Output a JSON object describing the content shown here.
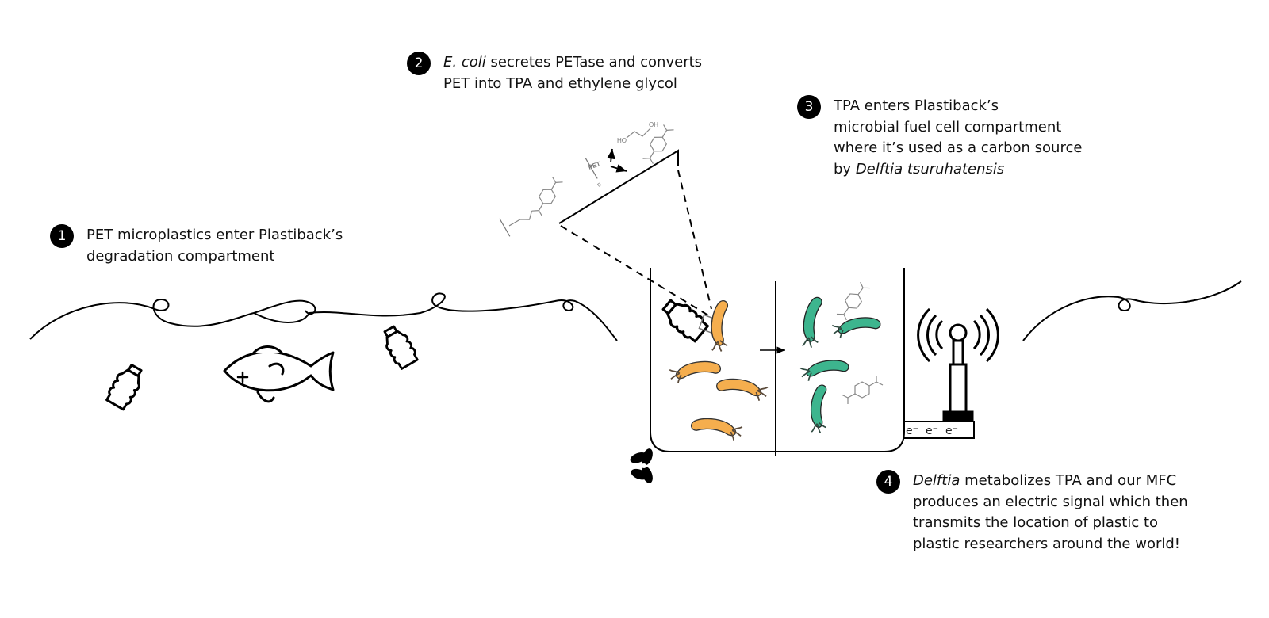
{
  "steps": [
    {
      "number": "1",
      "lines": [
        "PET microplastics enter Plastiback’s",
        "degradation compartment"
      ]
    },
    {
      "number": "2",
      "italic": "E. coli",
      "lines": [
        " secretes PETase and converts",
        "PET into TPA and ethylene glycol"
      ]
    },
    {
      "number": "3",
      "lines": [
        "TPA enters Plastiback’s",
        "microbial fuel cell compartment",
        "where it’s used as a carbon source",
        "by "
      ],
      "italic": "Delftia tsuruhatensis"
    },
    {
      "number": "4",
      "italic": "Delftia",
      "lines": [
        " metabolizes TPA and our MFC",
        "produces an electric signal which then",
        "transmits the location of plastic to",
        "plastic researchers around the world!"
      ]
    }
  ],
  "chemistry": {
    "pet_label": "PET",
    "repeat_n": "n",
    "ho": "HO",
    "oh": "OH"
  },
  "electrons": [
    "e⁻",
    "e⁻",
    "e⁻"
  ],
  "colors": {
    "ecoli": "#F5AE4E",
    "delftia": "#3DB58E",
    "flagella": "#5a4a3a"
  }
}
